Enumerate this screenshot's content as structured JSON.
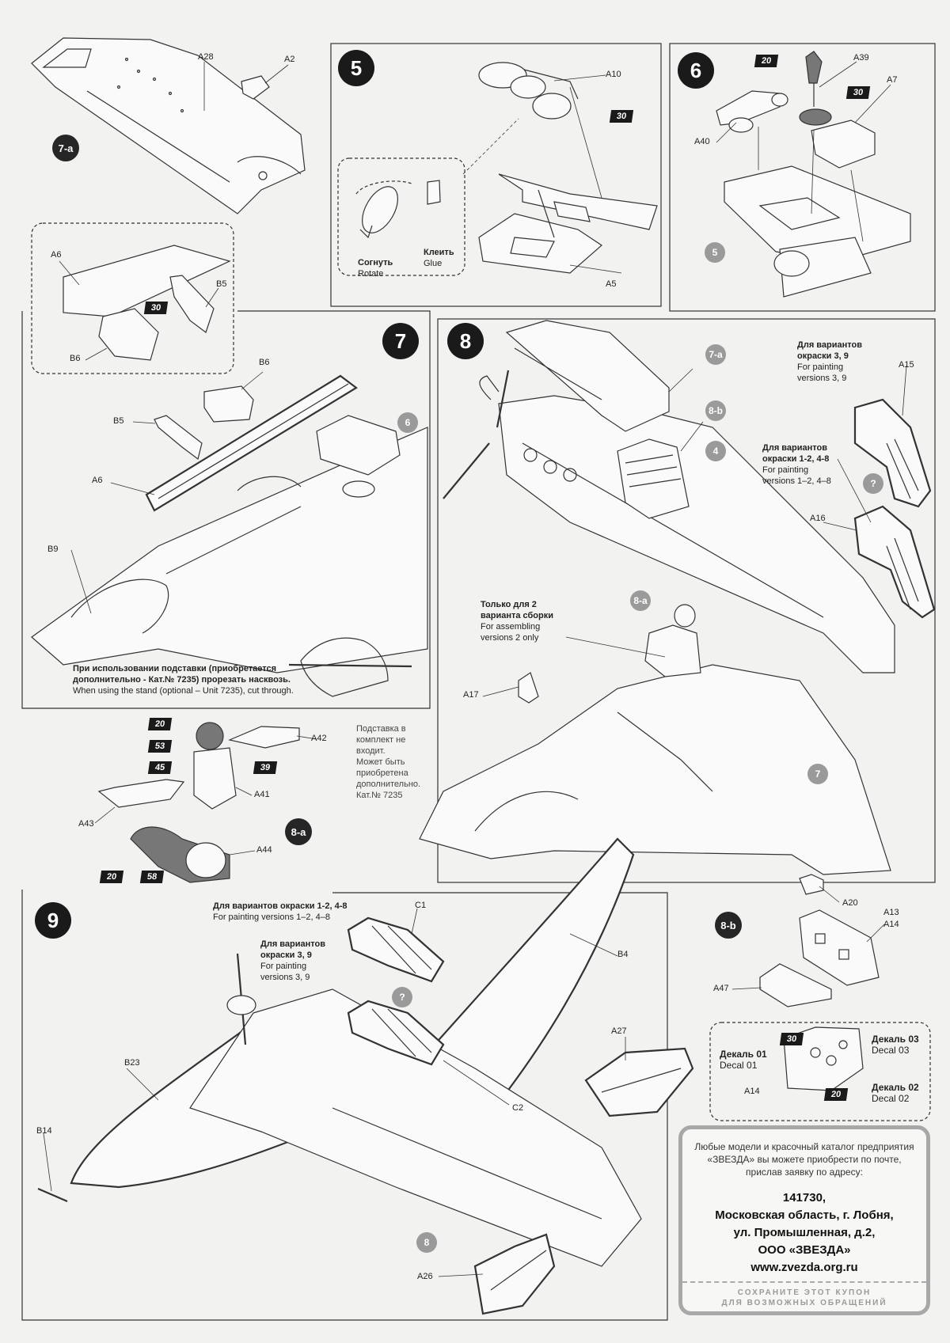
{
  "steps": {
    "s5": "5",
    "s6": "6",
    "s7": "7",
    "s8": "8",
    "s9": "9",
    "s7a": "7-a",
    "s8a": "8-a",
    "s8b": "8-b"
  },
  "refs": {
    "r5": "5",
    "r6": "6",
    "r4": "4",
    "r7": "7",
    "r8": "8",
    "r7a": "7-a",
    "r8b": "8-b",
    "r8a": "8-a",
    "q1": "?",
    "q2": "?"
  },
  "paints": {
    "p20_6": "20",
    "p30_6": "30",
    "p30_5": "30",
    "p30_7": "30",
    "p20_fig": "20",
    "p53_fig": "53",
    "p45_fig": "45",
    "p39_fig": "39",
    "p20_legs": "20",
    "p58_legs": "58",
    "p30_8b": "30",
    "p20_8b": "20"
  },
  "parts": {
    "A28": "A28",
    "A2": "A2",
    "A10": "A10",
    "A5": "A5",
    "A39": "A39",
    "A7": "A7",
    "A40": "A40",
    "A6_top": "A6",
    "B5_top": "B5",
    "B6_top": "B6",
    "B6": "B6",
    "B5": "B5",
    "A6": "A6",
    "B9": "B9",
    "A15": "A15",
    "A16": "A16",
    "A17": "A17",
    "A42": "A42",
    "A41": "A41",
    "A43": "A43",
    "A44": "A44",
    "C1": "C1",
    "B4": "B4",
    "A27": "A27",
    "B23": "B23",
    "C2": "C2",
    "B14": "B14",
    "A26": "A26",
    "A20": "A20",
    "A13": "A13",
    "A14": "A14",
    "A47": "A47",
    "A14b": "A14"
  },
  "step5": {
    "rotate_ru": "Согнуть",
    "rotate_en": "Rotate",
    "glue_ru": "Клеить",
    "glue_en": "Glue"
  },
  "step7": {
    "stand_ru_1": "При использовании подставки (приобретается",
    "stand_ru_2": "дополнительно - Кат.№ 7235) прорезать насквозь.",
    "stand_en": "When using the stand (optional – Unit 7235), cut through."
  },
  "step8": {
    "v39_ru_1": "Для вариантов",
    "v39_ru_2": "окраски 3, 9",
    "v39_en_1": "For painting",
    "v39_en_2": "versions 3, 9",
    "v148_ru_1": "Для вариантов",
    "v148_ru_2": "окраски 1-2, 4-8",
    "v148_en_1": "For painting",
    "v148_en_2": "versions 1–2, 4–8",
    "only2_ru_1": "Только для 2",
    "only2_ru_2": "варианта сборки",
    "only2_en_1": "For assembling",
    "only2_en_2": "versions 2 only"
  },
  "stand_note": {
    "l1": "Подставка в",
    "l2": "комплект не",
    "l3": "входит.",
    "l4": "Может быть",
    "l5": "приобретена",
    "l6": "дополнительно.",
    "l7": "Кат.№ 7235"
  },
  "step9": {
    "v148_ru": "Для вариантов окраски 1-2, 4-8",
    "v148_en": "For painting versions 1–2, 4–8",
    "v39_ru_1": "Для вариантов",
    "v39_ru_2": "окраски 3, 9",
    "v39_en_1": "For painting",
    "v39_en_2": "versions 3, 9"
  },
  "step8b": {
    "d01_ru": "Декаль 01",
    "d01_en": "Decal 01",
    "d03_ru": "Декаль 03",
    "d03_en": "Decal 03",
    "d02_ru": "Декаль 02",
    "d02_en": "Decal 02"
  },
  "mail": {
    "intro_1": "Любые модели и красочный каталог предприятия",
    "intro_2": "«ЗВЕЗДА» вы можете приобрести по почте,",
    "intro_3": "прислав заявку по адресу:",
    "zip": "141730,",
    "region": "Московская область, г. Лобня,",
    "street": "ул. Промышленная, д.2,",
    "company": "ООО «ЗВЕЗДА»",
    "web": "www.zvezda.org.ru",
    "coupon_1": "СОХРАНИТЕ ЭТОТ КУПОН",
    "coupon_2": "ДЛЯ ВОЗМОЖНЫХ ОБРАЩЕНИЙ"
  }
}
